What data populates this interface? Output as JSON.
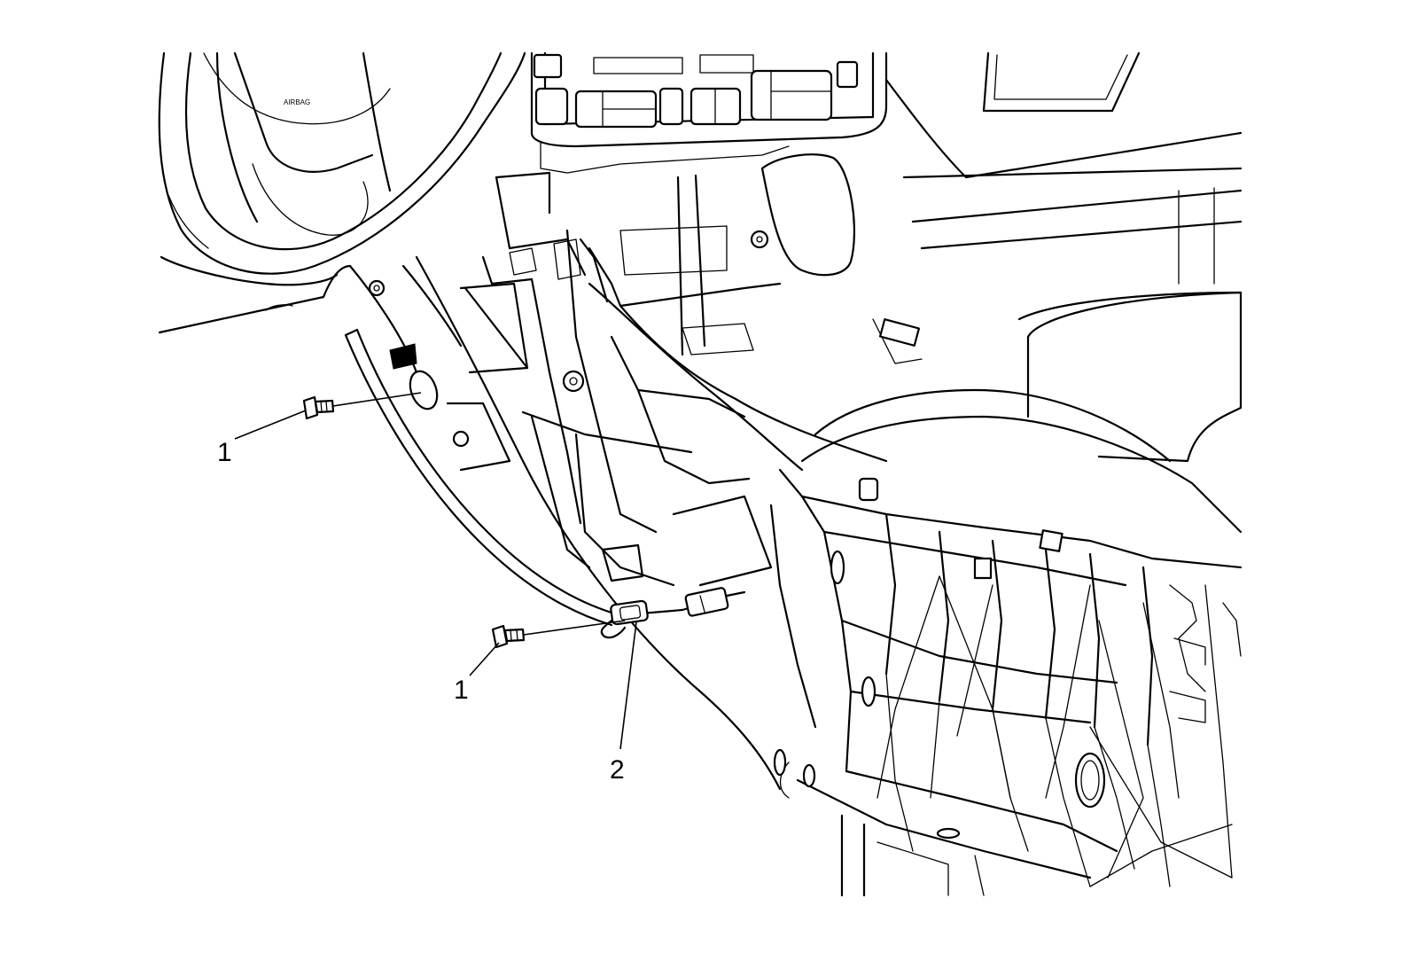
{
  "callouts": {
    "c1_upper": "1",
    "c1_lower": "1",
    "c2": "2"
  },
  "labels": {
    "airbag": "AIRBAG"
  },
  "colors": {
    "line": "#000000",
    "background": "#ffffff"
  }
}
